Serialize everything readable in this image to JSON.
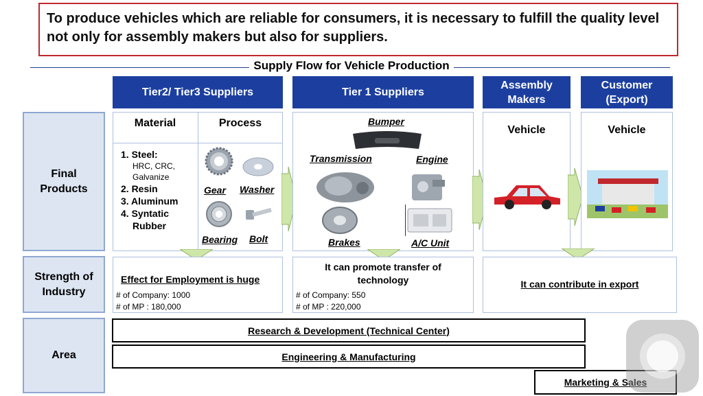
{
  "banner": "To produce vehicles which are reliable for consumers, it is necessary to fulfill the quality level not only for assembly makers but also for suppliers.",
  "subtitle": "Supply Flow for Vehicle Production",
  "headers": {
    "tier23": "Tier2/ Tier3  Suppliers",
    "tier1": "Tier 1  Suppliers",
    "assembly": "Assembly Makers",
    "customer": "Customer (Export)"
  },
  "rows": {
    "final_products": "Final Products",
    "strength": "Strength of Industry",
    "area": "Area"
  },
  "tier23": {
    "material_title": "Material",
    "process_title": "Process",
    "materials": [
      {
        "label": "1. Steel:",
        "sub": [
          "HRC, CRC,",
          "Galvanize"
        ]
      },
      {
        "label": "2. Resin",
        "sub": []
      },
      {
        "label": "3. Aluminum",
        "sub": []
      },
      {
        "label": "4. Syntatic",
        "sub": []
      },
      {
        "label": "    Rubber",
        "sub": []
      }
    ],
    "parts": [
      "Gear",
      "Washer",
      "Bearing",
      "Bolt"
    ],
    "strength_title": "Effect for Employment is huge",
    "companies": "# of Company: 1000",
    "mp": "# of MP : 180,000"
  },
  "tier1": {
    "parts": [
      "Bumper",
      "Transmission",
      "Engine",
      "Brakes",
      "A/C Unit"
    ],
    "strength_title": "It can promote transfer of technology",
    "companies": "# of Company: 550",
    "mp": "# of MP : 220,000"
  },
  "assembly": {
    "item": "Vehicle"
  },
  "customer": {
    "item": "Vehicle"
  },
  "export_strength": "It can contribute in export",
  "areas": {
    "rd": "Research & Development (Technical Center)",
    "eng": "Engineering & Manufacturing",
    "mkt": "Marketing & Sales"
  },
  "colors": {
    "header_blue": "#1c3f9f",
    "arrow_green": "#cfe6a9",
    "banner_border": "#c0282e",
    "car_red": "#d42027"
  }
}
